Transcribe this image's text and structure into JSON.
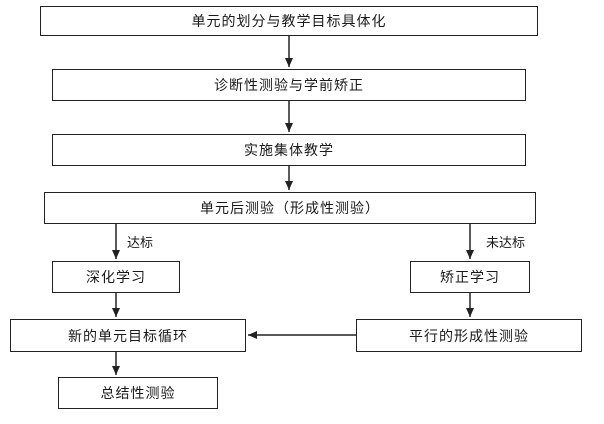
{
  "nodes": {
    "unit_division": "单元的划分与教学目标具体化",
    "diagnostic_test": "诊断性测验与学前矫正",
    "group_teaching": "实施集体教学",
    "post_unit_test": "单元后测验（形成性测验）",
    "deepening": "深化学习",
    "correction": "矫正学习",
    "new_cycle": "新的单元目标循环",
    "parallel_test": "平行的形成性测验",
    "summative_test": "总结性测验"
  },
  "labels": {
    "achieved": "达标",
    "not_achieved": "未达标"
  },
  "colors": {
    "line": "#222222",
    "box_border": "#222222",
    "background": "#ffffff"
  }
}
